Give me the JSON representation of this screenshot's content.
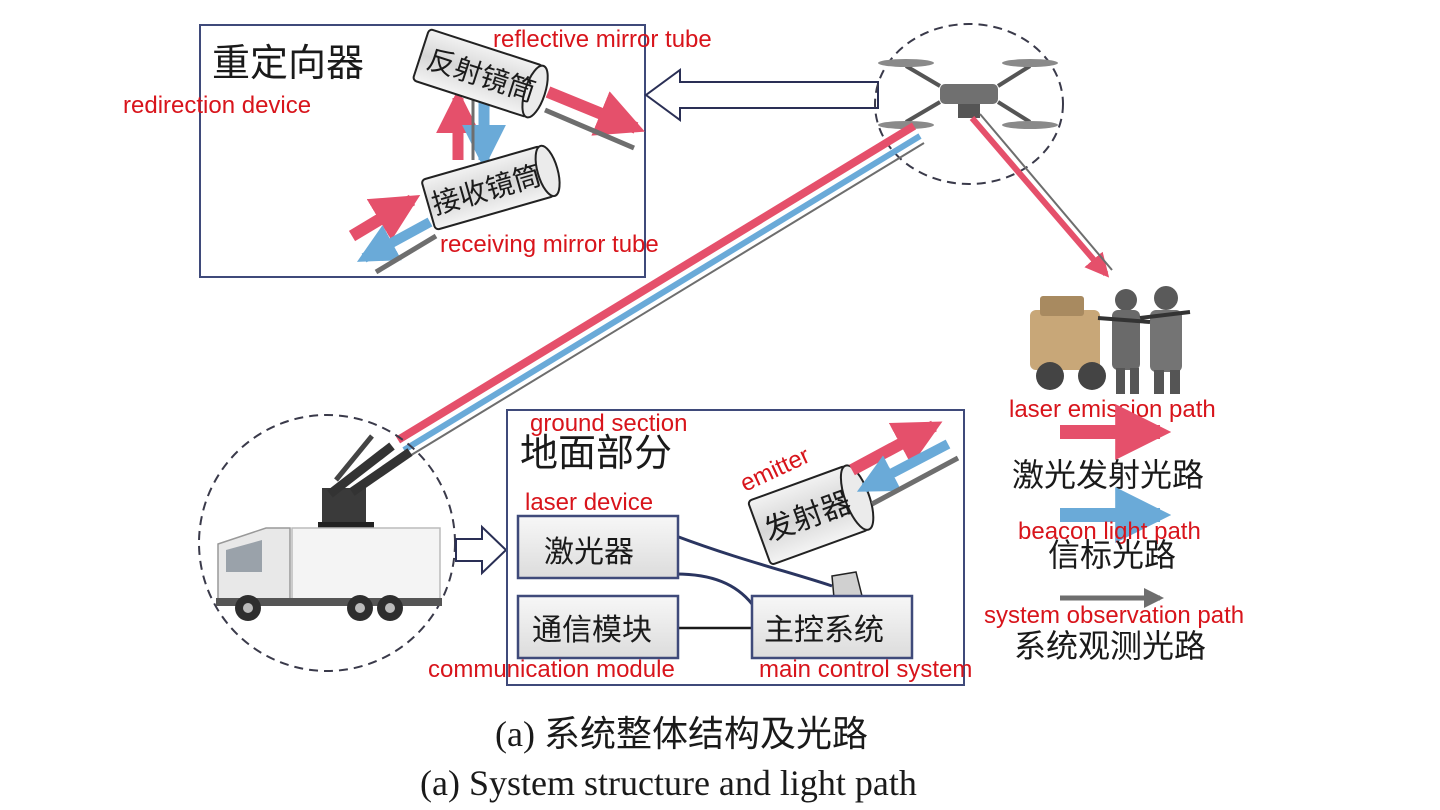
{
  "colors": {
    "laser": "#e5506b",
    "beacon": "#6aaad8",
    "observation": "#6e6e6e",
    "annotation": "#d8141b",
    "frame": "#3f4a7a"
  },
  "icons": [
    "drone-icon",
    "soldiers-icon",
    "truck-icon",
    "turret-icon"
  ],
  "redirection": {
    "title_cn": "重定向器",
    "title_en": "redirection device",
    "reflect_cn": "反射镜筒",
    "reflect_en": "reflective mirror tube",
    "receive_cn": "接收镜筒",
    "receive_en": "receiving mirror tube"
  },
  "ground": {
    "title_cn": "地面部分",
    "title_en": "ground section",
    "emitter_cn": "发射器",
    "emitter_en": "emitter",
    "laser_cn": "激光器",
    "laser_en": "laser device",
    "comm_cn": "通信模块",
    "comm_en": "communication module",
    "control_cn": "主控系统",
    "control_en": "main control system"
  },
  "legend": {
    "laser_en": "laser emission path",
    "laser_cn": "激光发射光路",
    "beacon_en": "beacon light path",
    "beacon_cn": "信标光路",
    "obs_en": "system observation path",
    "obs_cn": "系统观测光路"
  },
  "caption": {
    "cn": "(a) 系统整体结构及光路",
    "en": "(a) System structure and light path"
  }
}
